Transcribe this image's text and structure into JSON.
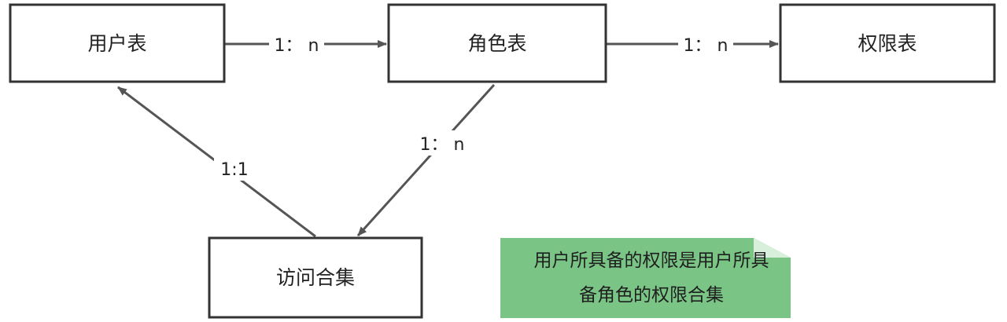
{
  "nodes": {
    "user_table": "用户表",
    "role_table": "角色表",
    "permission_table": "权限表",
    "access_set": "访问合集"
  },
  "edges": {
    "user_to_role": "1： n",
    "role_to_permission": "1： n",
    "role_to_access": "1： n",
    "access_to_user": "1:1"
  },
  "note": {
    "line1": "用户所具备的权限是用户所具",
    "line2": "备角色的权限合集",
    "color": "#7ac586",
    "fold_color": "#d8efdc"
  },
  "colors": {
    "box_stroke": "#333333",
    "edge": "#555555"
  }
}
